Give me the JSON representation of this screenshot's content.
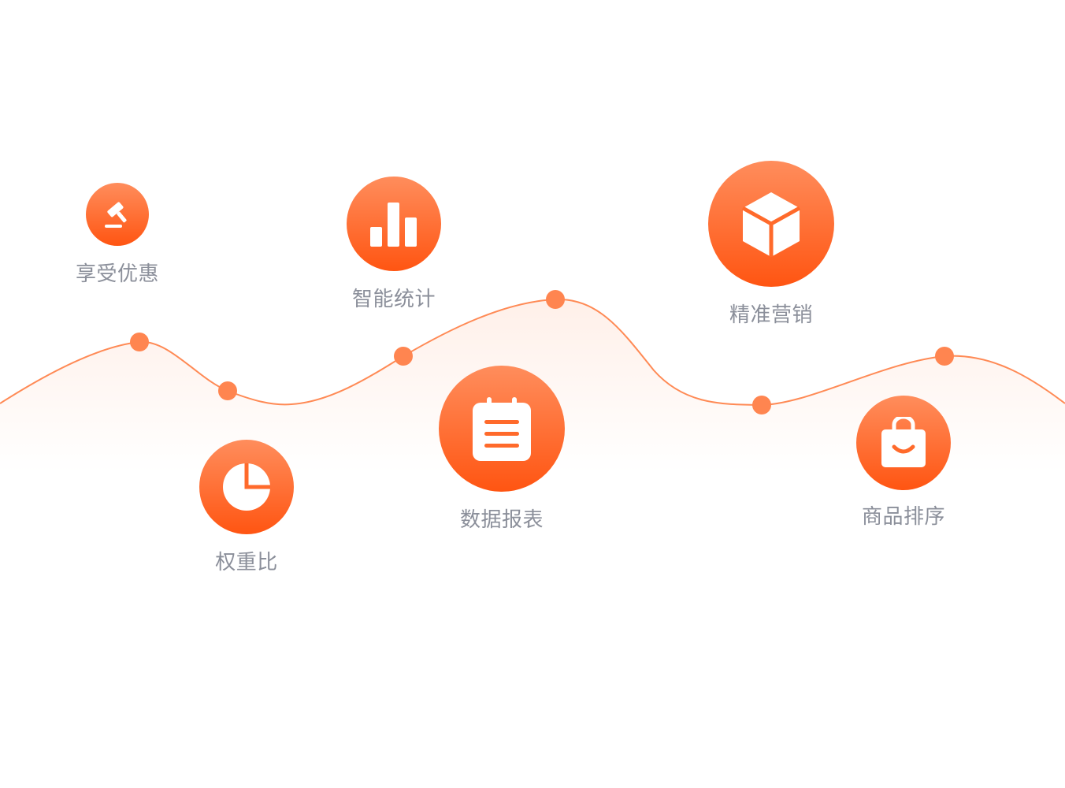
{
  "colors": {
    "accent_light": "#ff8d5c",
    "accent_dark": "#ff5512",
    "wave_line": "#ff8a55",
    "wave_dot": "#ff8550",
    "label": "#8b8f9a"
  },
  "features": {
    "discount": {
      "label": "享受优惠",
      "icon": "gavel-icon"
    },
    "stats": {
      "label": "智能统计",
      "icon": "bar-chart-icon"
    },
    "marketing": {
      "label": "精准营销",
      "icon": "cube-icon"
    },
    "weight": {
      "label": "权重比",
      "icon": "pie-chart-icon"
    },
    "report": {
      "label": "数据报表",
      "icon": "notepad-icon"
    },
    "sort": {
      "label": "商品排序",
      "icon": "shopping-bag-icon"
    }
  }
}
